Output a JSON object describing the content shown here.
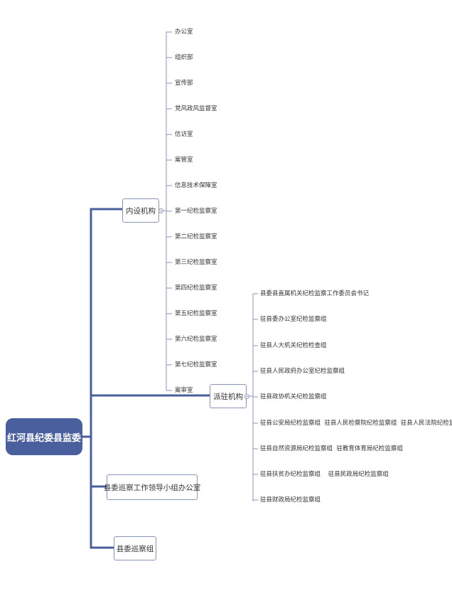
{
  "root": {
    "label": "红河县纪委县监委"
  },
  "branches": {
    "neishe": {
      "label": "内设机构",
      "items": [
        "办公室",
        "组织部",
        "宣传部",
        "党风政风监督室",
        "信访室",
        "案管室",
        "信息技术保障室",
        "第一纪检监察室",
        "第二纪检监察室",
        "第三纪检监察室",
        "第四纪检监察室",
        "第五纪检监察室",
        "第六纪检监察室",
        "第七纪检监察室",
        "案审室"
      ]
    },
    "paizhu": {
      "label": "派驻机构",
      "items": [
        "县委县直属机关纪检监察工作委员会书记",
        "驻县委办公室纪检监察组",
        "驻县人大机关纪检检查组",
        "驻县人民政府办公室纪检监察组",
        "驻县政协机关纪检监察组",
        "驻县公安局纪检监察组  驻县人民检察院纪检监察组  驻县人民法院纪检监察组",
        "驻县自然资源局纪检监察组  驻教育体育局纪检监察组",
        "驻县扶贫办纪检监察组    驻县民政局纪检监察组",
        "驻县财政局纪检监察组"
      ]
    },
    "xunchaban": {
      "label": "县委巡察工作领导小组办公室"
    },
    "xunchazu": {
      "label": "县委巡察组"
    }
  },
  "colors": {
    "root_fill": "#4a5f9d",
    "connector_main": "#4a5f9d",
    "connector_leaf": "#8a94b8"
  }
}
